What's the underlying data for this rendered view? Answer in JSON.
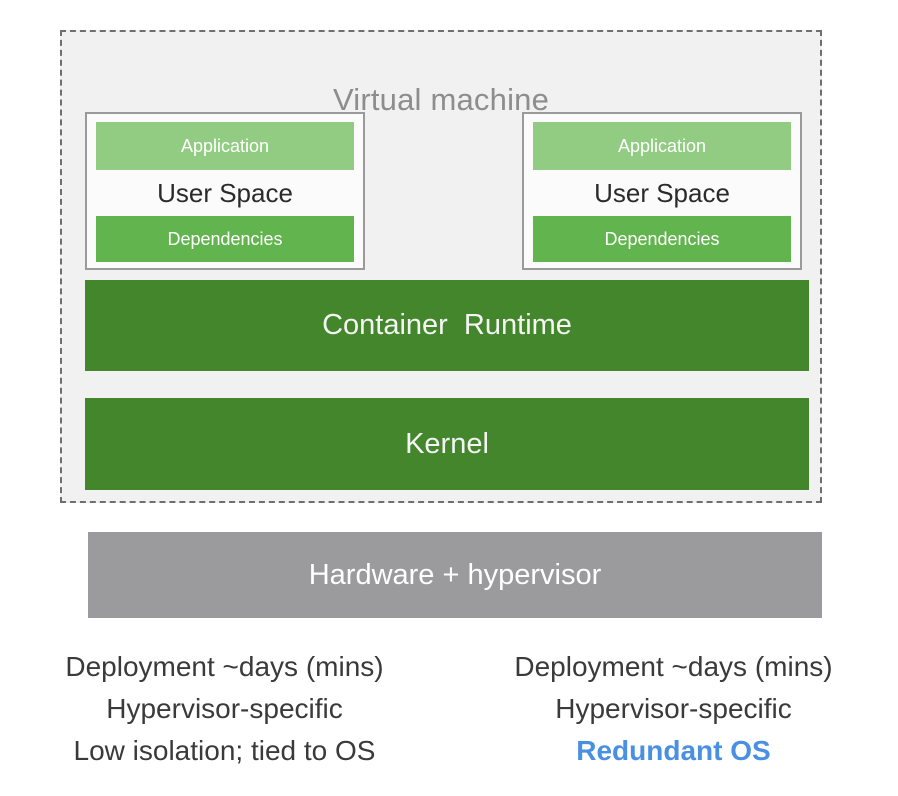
{
  "diagram": {
    "vm": {
      "title": "Virtual machine",
      "containers": [
        {
          "application_label": "Application",
          "user_space_label": "User Space",
          "dependencies_label": "Dependencies"
        },
        {
          "application_label": "Application",
          "user_space_label": "User Space",
          "dependencies_label": "Dependencies"
        }
      ],
      "runtime_label": "Container  Runtime",
      "kernel_label": "Kernel"
    },
    "hardware_label": "Hardware + hypervisor",
    "captions": {
      "left": {
        "line1": "Deployment ~days (mins)",
        "line2": "Hypervisor-specific",
        "line3": "Low isolation; tied to OS"
      },
      "right": {
        "line1": "Deployment ~days (mins)",
        "line2": "Hypervisor-specific",
        "line3": "Redundant OS"
      }
    },
    "colors": {
      "vm_fill": "#f1f1f1",
      "vm_border": "#6f6f6f",
      "application_green": "#92cc83",
      "dependencies_green": "#62b44e",
      "runtime_green": "#43862c",
      "kernel_green": "#43862c",
      "hardware_gray": "#9b9b9e",
      "accent_blue": "#4a90e2",
      "title_gray": "#8d8d8d"
    }
  }
}
